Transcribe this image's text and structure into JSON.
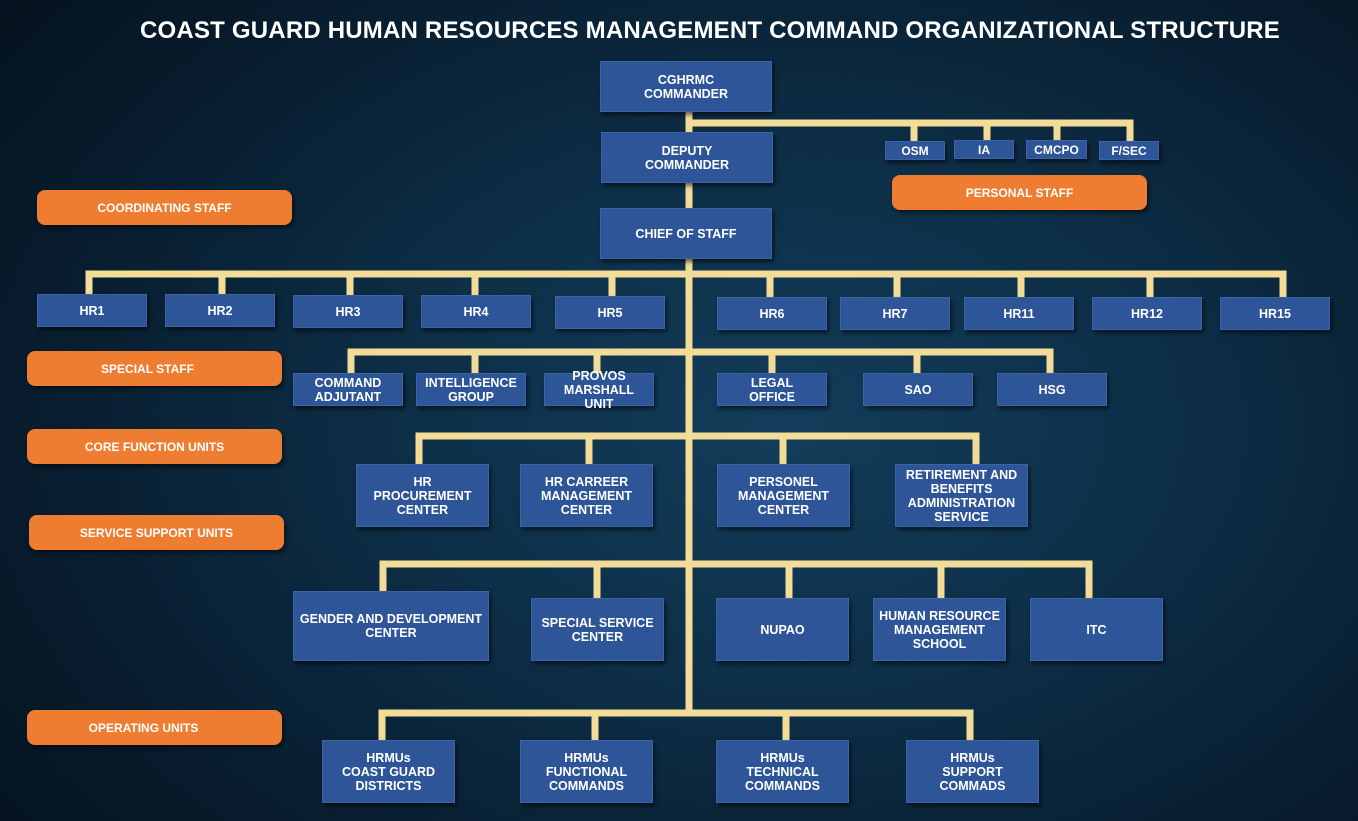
{
  "title": "COAST GUARD HUMAN RESOURCES MANAGEMENT COMMAND ORGANIZATIONAL STRUCTURE",
  "command": {
    "commander": "CGHRMC\nCOMMANDER",
    "deputy": "DEPUTY\nCOMMANDER",
    "chief_of_staff": "CHIEF OF STAFF"
  },
  "personal_staff": [
    "OSM",
    "IA",
    "CMCPO",
    "F/SEC"
  ],
  "coordinating_staff": [
    "HR1",
    "HR2",
    "HR3",
    "HR4",
    "HR5",
    "HR6",
    "HR7",
    "HR11",
    "HR12",
    "HR15"
  ],
  "special_staff": [
    "COMMAND\nADJUTANT",
    "INTELLIGENCE\nGROUP",
    "PROVOS\nMARSHALL UNIT",
    "LEGAL\nOFFICE",
    "SAO",
    "HSG"
  ],
  "core_function_units": [
    "HR\nPROCUREMENT\nCENTER",
    "HR CARREER\nMANAGEMENT\nCENTER",
    "PERSONEL\nMANAGEMENT\nCENTER",
    "RETIREMENT AND\nBENEFITS\nADMINISTRATION\nSERVICE"
  ],
  "service_support_units": [
    "GENDER AND DEVELOPMENT\nCENTER",
    "SPECIAL SERVICE\nCENTER",
    "NUPAO",
    "HUMAN RESOURCE\nMANAGEMENT\nSCHOOL",
    "ITC"
  ],
  "operating_units": [
    "HRMUs\nCOAST GUARD\nDISTRICTS",
    "HRMUs\nFUNCTIONAL\nCOMMANDS",
    "HRMUs\nTECHNICAL\nCOMMANDS",
    "HRMUs\nSUPPORT\nCOMMADS"
  ],
  "labels": {
    "coordinating_staff": "COORDINATING STAFF",
    "personal_staff": "PERSONAL STAFF",
    "special_staff": "SPECIAL STAFF",
    "core_function_units": "CORE FUNCTION UNITS",
    "service_support_units": "SERVICE SUPPORT UNITS",
    "operating_units": "OPERATING UNITS"
  },
  "colors": {
    "box": "#2d5597",
    "label": "#ee7d31",
    "connector": "#f3dc98",
    "background": "#0d2e46"
  }
}
